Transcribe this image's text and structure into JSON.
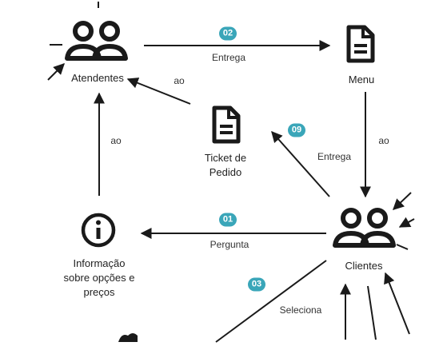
{
  "nodes": {
    "atendentes": "Atendentes",
    "menu": "Menu",
    "ticket_line1": "Ticket de",
    "ticket_line2": "Pedido",
    "info_line1": "Informação",
    "info_line2": "sobre opções e",
    "info_line3": "preços",
    "clientes": "Clientes"
  },
  "edges": {
    "atend_menu": {
      "badge": "02",
      "label": "Entrega"
    },
    "ticket_atend": {
      "label": "ao"
    },
    "info_atend": {
      "label": "ao"
    },
    "clientes_ticket": {
      "badge": "09"
    },
    "menu_clientes_left": {
      "label": "Entrega"
    },
    "menu_clientes_right": {
      "label": "ao"
    },
    "clientes_info": {
      "badge": "01",
      "label": "Pergunta"
    },
    "clientes_bottom": {
      "badge": "03",
      "label": "Seleciona"
    }
  },
  "colors": {
    "badge": "#3aa6b9",
    "line": "#1a1a1a"
  }
}
